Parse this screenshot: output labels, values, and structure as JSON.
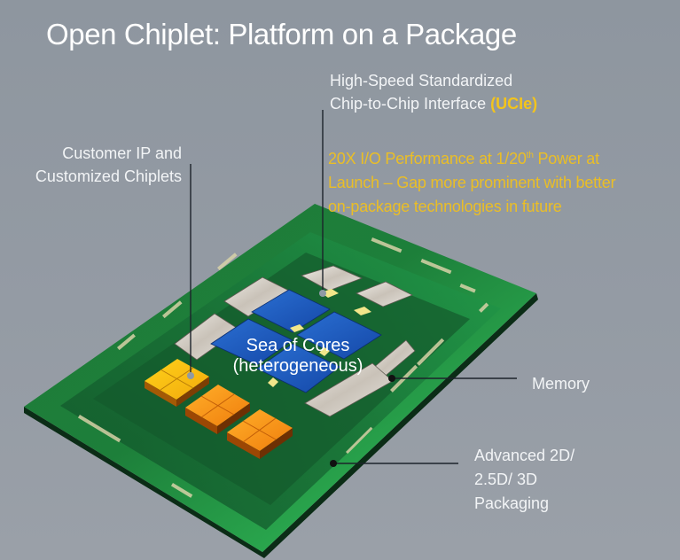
{
  "slide": {
    "title": "Open Chiplet: Platform on a Package"
  },
  "callouts": {
    "ucie": {
      "line1": "High-Speed Standardized",
      "line2_prefix": "Chip-to-Chip Interface ",
      "line2_accent": "(UCIe)"
    },
    "performance_note": {
      "line1": "20X I/O Performance at 1/20",
      "line1_sup": "th",
      "line1_suffix": " Power at",
      "line2": "Launch – Gap more prominent with better",
      "line3": "on-package technologies in future"
    },
    "customer_ip": {
      "line1": "Customer IP and",
      "line2": "Customized Chiplets"
    },
    "memory": {
      "label": "Memory"
    },
    "packaging": {
      "line1": "Advanced 2D/",
      "line2": "2.5D/ 3D",
      "line3": "Packaging"
    }
  },
  "chip": {
    "core_label_line1": "Sea of Cores",
    "core_label_line2": "(heterogeneous)"
  },
  "colors": {
    "background": "#8f97a1",
    "accent_yellow": "#f3c41c",
    "substrate_green": "#1f8a3c",
    "core_blue": "#1f5fc0",
    "chiplet_orange": "#f39a12",
    "memory_silver": "#d9d6d0"
  }
}
